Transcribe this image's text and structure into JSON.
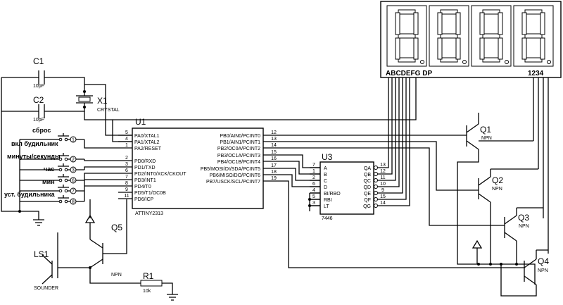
{
  "display": {
    "segment_label": "ABCDEFG  DP",
    "digit_label": "1234"
  },
  "u1": {
    "ref": "U1",
    "part": "ATTINY2313",
    "left_pins": [
      {
        "num": "5",
        "name": "PA0/XTAL1"
      },
      {
        "num": "4",
        "name": "PA1/XTAL2"
      },
      {
        "num": "1",
        "name": "PA2/RESET"
      },
      {
        "num": "2",
        "name": "PD0/RXD"
      },
      {
        "num": "3",
        "name": "PD1/TXD"
      },
      {
        "num": "6",
        "name": "PD2/INT0/XCK/CKOUT"
      },
      {
        "num": "7",
        "name": "PD3/INT1"
      },
      {
        "num": "8",
        "name": "PD4/T0"
      },
      {
        "num": "9",
        "name": "PD5/T1/OC0B"
      },
      {
        "num": "11",
        "name": "PD6/ICP"
      }
    ],
    "right_pins": [
      {
        "num": "12",
        "name": "PB0/AIN0/PCINT0"
      },
      {
        "num": "13",
        "name": "PB1/AIN1/PCINT1"
      },
      {
        "num": "14",
        "name": "PB2/OC0A/PCINT2"
      },
      {
        "num": "15",
        "name": "PB3/OC1A/PCINT3"
      },
      {
        "num": "16",
        "name": "PB4/OC1B/PCINT4"
      },
      {
        "num": "17",
        "name": "PB5/MOSI/DI/SDA/PCINT5"
      },
      {
        "num": "18",
        "name": "PB6/MISO/DO/PCINT6"
      },
      {
        "num": "19",
        "name": "PB7/USCK/SCL/PCINT7"
      }
    ]
  },
  "u3": {
    "ref": "U3",
    "part": "7446",
    "left_pins": [
      {
        "num": "7",
        "name": "A"
      },
      {
        "num": "1",
        "name": "B"
      },
      {
        "num": "2",
        "name": "C"
      },
      {
        "num": "6",
        "name": "D"
      },
      {
        "num": "4",
        "name": "BI/RBO"
      },
      {
        "num": "5",
        "name": "RBI"
      },
      {
        "num": "3",
        "name": "LT"
      }
    ],
    "right_pins": [
      {
        "num": "13",
        "name": "QA"
      },
      {
        "num": "12",
        "name": "QB"
      },
      {
        "num": "11",
        "name": "QC"
      },
      {
        "num": "10",
        "name": "QD"
      },
      {
        "num": "9",
        "name": "QE"
      },
      {
        "num": "15",
        "name": "QF"
      },
      {
        "num": "14",
        "name": "QG"
      }
    ]
  },
  "c1": {
    "ref": "C1",
    "value": "10pF"
  },
  "c2": {
    "ref": "C2",
    "value": "10pF"
  },
  "x1": {
    "ref": "X1",
    "value": "CRYSTAL"
  },
  "ls1": {
    "ref": "LS1",
    "value": "SOUNDER"
  },
  "r1": {
    "ref": "R1",
    "value": "10k"
  },
  "q5": {
    "ref": "Q5",
    "type": "NPN"
  },
  "q1": {
    "ref": "Q1",
    "type": "NPN"
  },
  "q2": {
    "ref": "Q2",
    "type": "NPN"
  },
  "q3": {
    "ref": "Q3",
    "type": "NPN"
  },
  "q4": {
    "ref": "Q4",
    "type": "NPN"
  },
  "buttons": [
    {
      "label": "сброс",
      "pin": "1"
    },
    {
      "label": "вкл будильник",
      "pin": "2"
    },
    {
      "label": "минуты/секунды",
      "pin": "3"
    },
    {
      "label": "час",
      "pin": "6"
    },
    {
      "label": "мин",
      "pin": "7"
    },
    {
      "label": "уст. будильника",
      "pin": "8"
    }
  ]
}
